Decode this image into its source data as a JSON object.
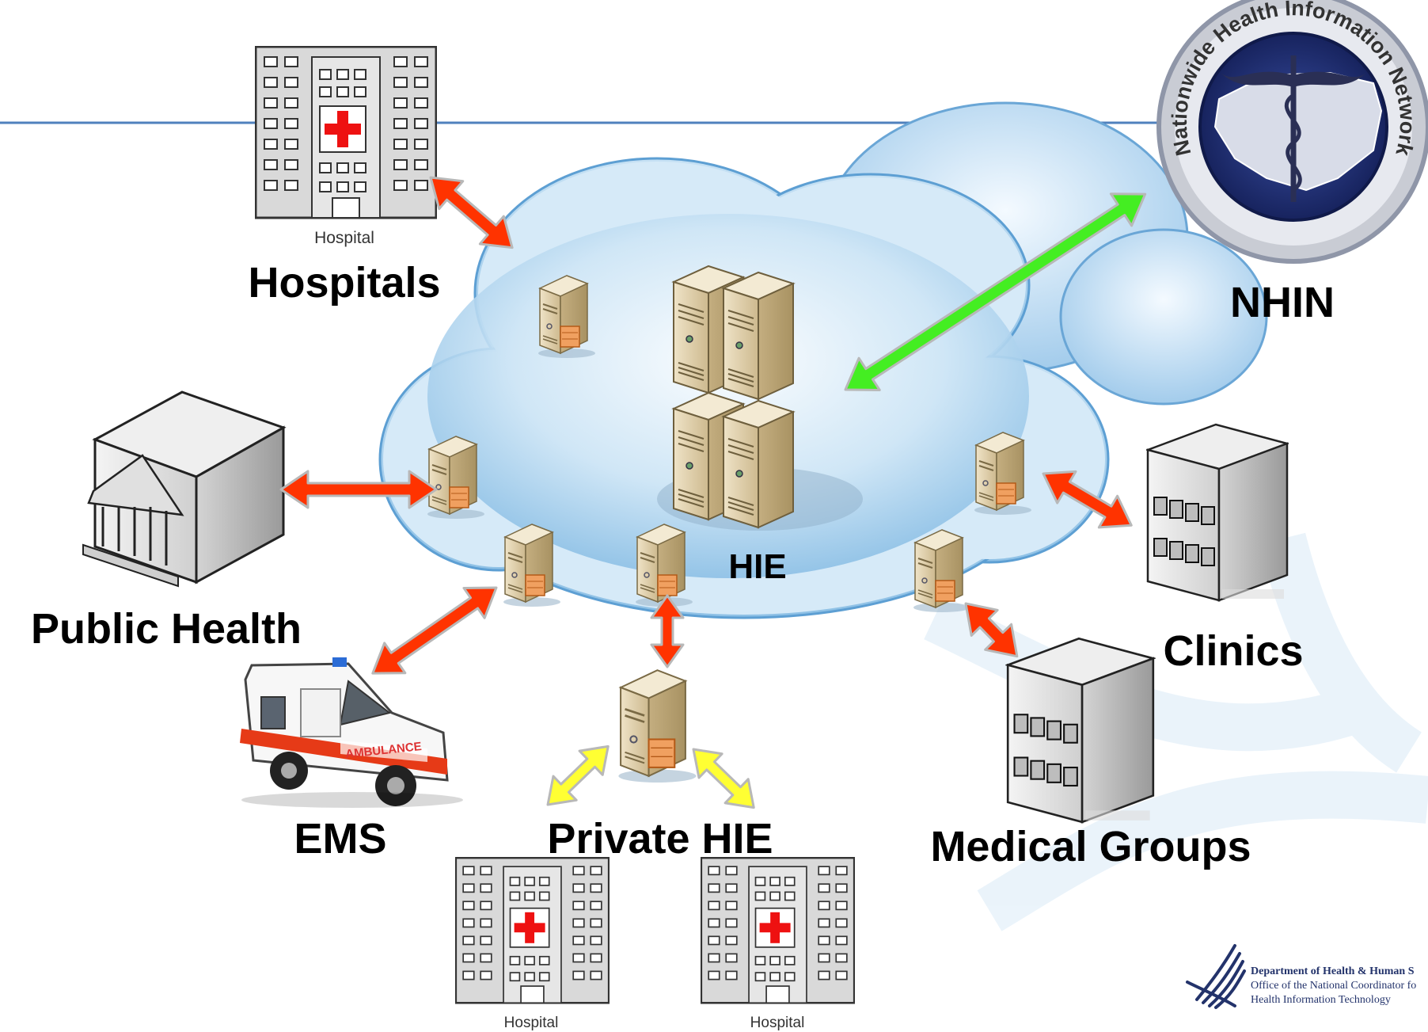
{
  "labels": {
    "hospitals": "Hospitals",
    "nhin": "NHIN",
    "hie": "HIE",
    "public_health": "Public Health",
    "clinics": "Clinics",
    "ems": "EMS",
    "private_hie": "Private HIE",
    "medical_groups": "Medical Groups"
  },
  "hospital_sign": "Hospital",
  "ambulance_text": "AMBULANCE",
  "nhin_seal_text": "Nationwide Health Information Network",
  "hhs_logo": {
    "line1": "Department of Health & Human S",
    "line2": "Office of the National Coordinator fo",
    "line3": "Health Information Technology"
  },
  "icons": [
    "hospital-building-icon",
    "server-icon",
    "government-building-icon",
    "clinic-building-icon",
    "ambulance-icon",
    "cloud-icon",
    "nhin-seal-icon",
    "hhs-eagle-icon"
  ],
  "colors": {
    "arrow_red": "#ff3300",
    "arrow_green": "#44ee22",
    "arrow_yellow": "#ffff33",
    "cloud_blue": "#a8d4ef",
    "header_rule": "#4f81bd"
  }
}
